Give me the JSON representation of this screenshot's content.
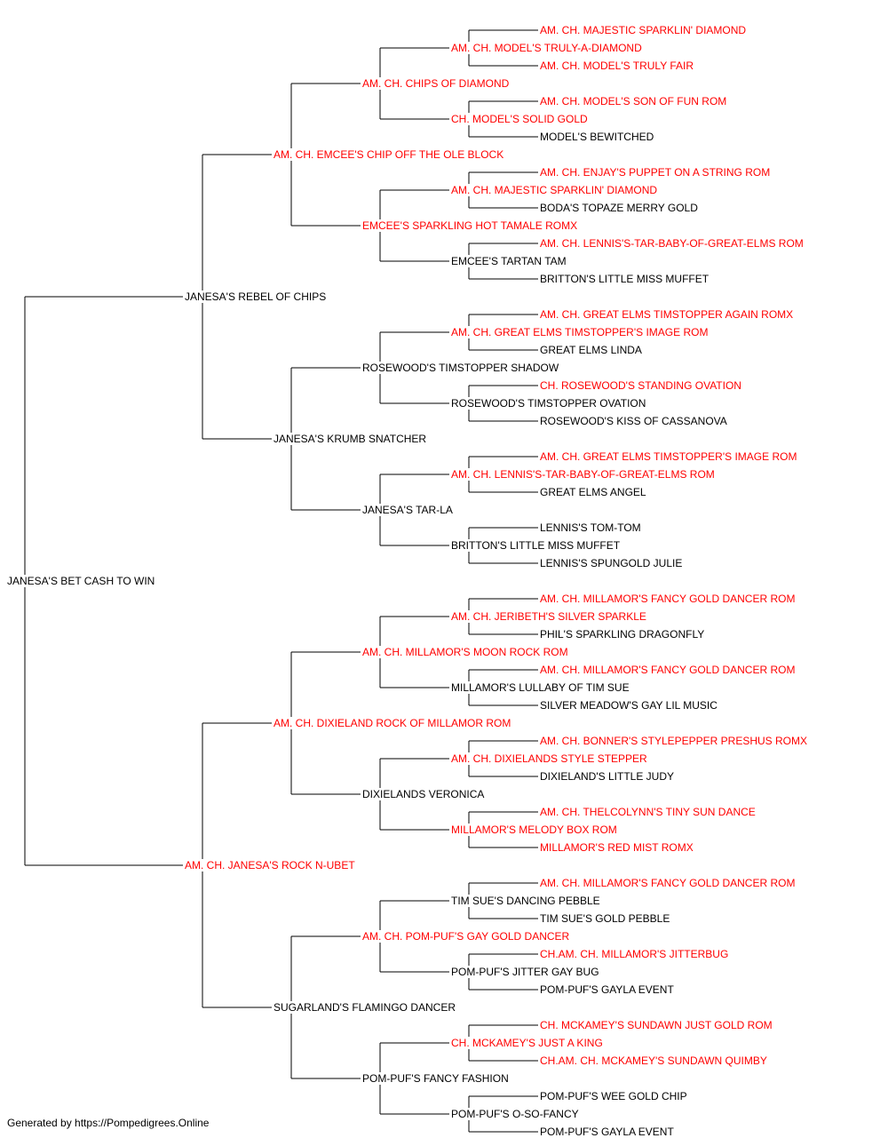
{
  "colors": {
    "champion": "#ff0000",
    "normal": "#000000",
    "lines": "#000000",
    "background": "#ffffff"
  },
  "pedigree": {
    "name": "JANESA'S BET CASH TO WIN",
    "champion": false,
    "sire": {
      "name": "JANESA'S REBEL OF CHIPS",
      "champion": false,
      "sire": {
        "name": "AM. CH. EMCEE'S CHIP OFF THE OLE BLOCK",
        "champion": true,
        "sire": {
          "name": "AM. CH. CHIPS OF DIAMOND",
          "champion": true,
          "sire": {
            "name": "AM. CH. MODEL'S TRULY-A-DIAMOND",
            "champion": true,
            "sire": {
              "name": "AM. CH. MAJESTIC SPARKLIN' DIAMOND",
              "champion": true
            },
            "dam": {
              "name": "AM. CH. MODEL'S TRULY FAIR",
              "champion": true
            }
          },
          "dam": {
            "name": "CH. MODEL'S SOLID GOLD",
            "champion": true,
            "sire": {
              "name": "AM. CH. MODEL'S SON OF FUN ROM",
              "champion": true
            },
            "dam": {
              "name": "MODEL'S BEWITCHED",
              "champion": false
            }
          }
        },
        "dam": {
          "name": "EMCEE'S SPARKLING HOT TAMALE ROMX",
          "champion": true,
          "sire": {
            "name": "AM. CH. MAJESTIC SPARKLIN' DIAMOND",
            "champion": true,
            "sire": {
              "name": "AM. CH. ENJAY'S PUPPET ON A STRING ROM",
              "champion": true
            },
            "dam": {
              "name": "BODA'S TOPAZE MERRY GOLD",
              "champion": false
            }
          },
          "dam": {
            "name": "EMCEE'S TARTAN TAM",
            "champion": false,
            "sire": {
              "name": "AM. CH. LENNIS'S-TAR-BABY-OF-GREAT-ELMS ROM",
              "champion": true
            },
            "dam": {
              "name": "BRITTON'S LITTLE MISS MUFFET",
              "champion": false
            }
          }
        }
      },
      "dam": {
        "name": "JANESA'S KRUMB SNATCHER",
        "champion": false,
        "sire": {
          "name": "ROSEWOOD'S TIMSTOPPER SHADOW",
          "champion": false,
          "sire": {
            "name": "AM. CH. GREAT ELMS TIMSTOPPER'S IMAGE ROM",
            "champion": true,
            "sire": {
              "name": "AM. CH. GREAT ELMS TIMSTOPPER AGAIN ROMX",
              "champion": true
            },
            "dam": {
              "name": "GREAT ELMS LINDA",
              "champion": false
            }
          },
          "dam": {
            "name": "ROSEWOOD'S TIMSTOPPER OVATION",
            "champion": false,
            "sire": {
              "name": "CH. ROSEWOOD'S STANDING OVATION",
              "champion": true
            },
            "dam": {
              "name": "ROSEWOOD'S KISS OF CASSANOVA",
              "champion": false
            }
          }
        },
        "dam": {
          "name": "JANESA'S TAR-LA",
          "champion": false,
          "sire": {
            "name": "AM. CH. LENNIS'S-TAR-BABY-OF-GREAT-ELMS ROM",
            "champion": true,
            "sire": {
              "name": "AM. CH. GREAT ELMS TIMSTOPPER'S IMAGE ROM",
              "champion": true
            },
            "dam": {
              "name": "GREAT ELMS ANGEL",
              "champion": false
            }
          },
          "dam": {
            "name": "BRITTON'S LITTLE MISS MUFFET",
            "champion": false,
            "sire": {
              "name": "LENNIS'S TOM-TOM",
              "champion": false
            },
            "dam": {
              "name": "LENNIS'S SPUNGOLD JULIE",
              "champion": false
            }
          }
        }
      }
    },
    "dam": {
      "name": "AM. CH. JANESA'S ROCK N-UBET",
      "champion": true,
      "sire": {
        "name": "AM. CH. DIXIELAND ROCK OF MILLAMOR ROM",
        "champion": true,
        "sire": {
          "name": "AM. CH. MILLAMOR'S MOON ROCK ROM",
          "champion": true,
          "sire": {
            "name": "AM. CH. JERIBETH'S SILVER SPARKLE",
            "champion": true,
            "sire": {
              "name": "AM. CH. MILLAMOR'S FANCY GOLD DANCER ROM",
              "champion": true
            },
            "dam": {
              "name": "PHIL'S SPARKLING DRAGONFLY",
              "champion": false
            }
          },
          "dam": {
            "name": "MILLAMOR'S LULLABY OF TIM SUE",
            "champion": false,
            "sire": {
              "name": "AM. CH. MILLAMOR'S FANCY GOLD DANCER ROM",
              "champion": true
            },
            "dam": {
              "name": "SILVER MEADOW'S GAY LIL MUSIC",
              "champion": false
            }
          }
        },
        "dam": {
          "name": "DIXIELANDS VERONICA",
          "champion": false,
          "sire": {
            "name": "AM. CH. DIXIELANDS STYLE STEPPER",
            "champion": true,
            "sire": {
              "name": "AM. CH. BONNER'S STYLEPEPPER PRESHUS ROMX",
              "champion": true
            },
            "dam": {
              "name": "DIXIELAND'S LITTLE JUDY",
              "champion": false
            }
          },
          "dam": {
            "name": "MILLAMOR'S MELODY BOX ROM",
            "champion": true,
            "sire": {
              "name": "AM. CH. THELCOLYNN'S TINY SUN DANCE",
              "champion": true
            },
            "dam": {
              "name": "MILLAMOR'S RED MIST ROMX",
              "champion": true
            }
          }
        }
      },
      "dam": {
        "name": "SUGARLAND'S FLAMINGO DANCER",
        "champion": false,
        "sire": {
          "name": "AM. CH. POM-PUF'S GAY GOLD DANCER",
          "champion": true,
          "sire": {
            "name": "TIM SUE'S DANCING PEBBLE",
            "champion": false,
            "sire": {
              "name": "AM. CH. MILLAMOR'S FANCY GOLD DANCER ROM",
              "champion": true
            },
            "dam": {
              "name": "TIM SUE'S GOLD PEBBLE",
              "champion": false
            }
          },
          "dam": {
            "name": "POM-PUF'S JITTER GAY BUG",
            "champion": false,
            "sire": {
              "name": "CH.AM. CH. MILLAMOR'S JITTERBUG",
              "champion": true
            },
            "dam": {
              "name": "POM-PUF'S GAYLA EVENT",
              "champion": false
            }
          }
        },
        "dam": {
          "name": "POM-PUF'S FANCY FASHION",
          "champion": false,
          "sire": {
            "name": "CH. MCKAMEY'S JUST A KING",
            "champion": true,
            "sire": {
              "name": "CH. MCKAMEY'S SUNDAWN JUST GOLD ROM",
              "champion": true
            },
            "dam": {
              "name": "CH.AM. CH. MCKAMEY'S SUNDAWN QUIMBY",
              "champion": true
            }
          },
          "dam": {
            "name": "POM-PUF'S O-SO-FANCY",
            "champion": false,
            "sire": {
              "name": "POM-PUF'S WEE GOLD CHIP",
              "champion": false
            },
            "dam": {
              "name": "POM-PUF'S GAYLA EVENT",
              "champion": false
            }
          }
        }
      }
    }
  },
  "footer": {
    "text": "Generated by https://Pompedigrees.Online"
  }
}
